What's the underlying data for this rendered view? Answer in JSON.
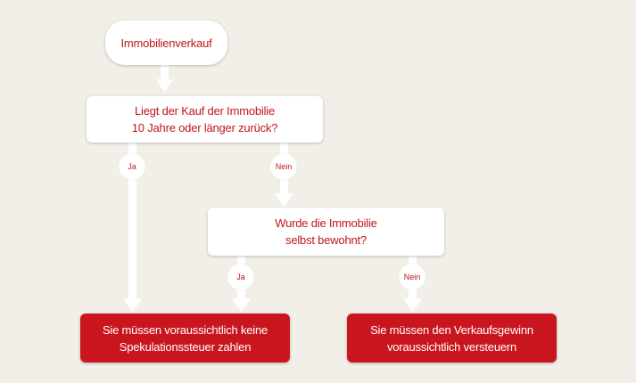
{
  "colors": {
    "background": "#f2efe8",
    "accent_red": "#c9161e",
    "text_red": "#c0161d",
    "connector": "#ffffff"
  },
  "flowchart": {
    "start": {
      "label": "Immobilienverkauf"
    },
    "question1": {
      "line1": "Liegt der Kauf der Immobilie",
      "line2": "10 Jahre oder länger zurück?"
    },
    "question2": {
      "line1": "Wurde die Immobilie",
      "line2": "selbst bewohnt?"
    },
    "q1_yes_label": "Ja",
    "q1_no_label": "Nein",
    "q2_yes_label": "Ja",
    "q2_no_label": "Nein",
    "result_no_tax": {
      "line1": "Sie müssen voraussichtlich keine",
      "line2": "Spekulationssteuer zahlen"
    },
    "result_tax": {
      "line1": "Sie müssen den Verkaufsgewinn",
      "line2": "voraussichtlich versteuern"
    }
  }
}
